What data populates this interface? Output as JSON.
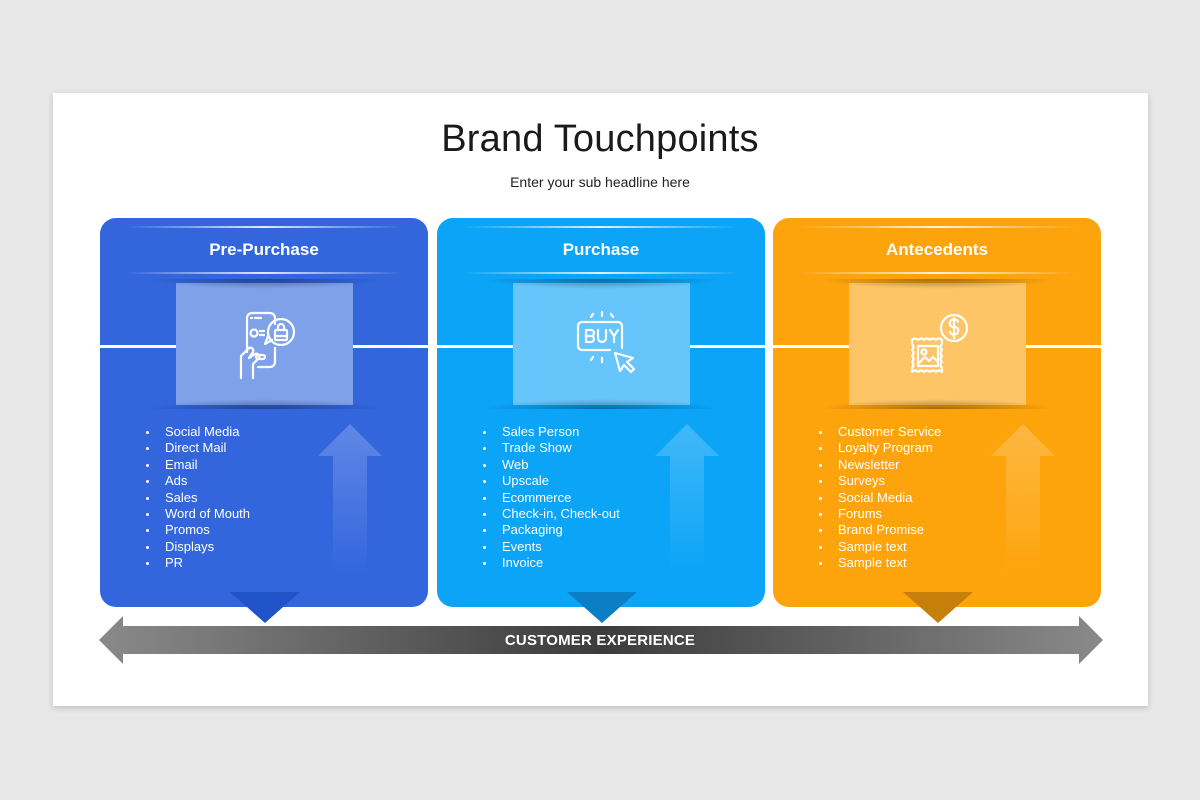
{
  "slide": {
    "title": "Brand Touchpoints",
    "subtitle": "Enter your sub headline here"
  },
  "stages": [
    {
      "heading": "Pre-Purchase",
      "icon": "phone-shopping-bag-icon",
      "color": "#3366dd",
      "items": [
        "Social Media",
        "Direct Mail",
        "Email",
        "Ads",
        "Sales",
        "Word of Mouth",
        "Promos",
        "Displays",
        "PR"
      ]
    },
    {
      "heading": "Purchase",
      "icon": "buy-button-cursor-icon",
      "color": "#0ba4f7",
      "items": [
        "Sales Person",
        "Trade Show",
        "Web",
        "Upscale",
        "Ecommerce",
        "Check-in, Check-out",
        "Packaging",
        "Events",
        "Invoice"
      ]
    },
    {
      "heading": "Antecedents",
      "icon": "stamp-dollar-icon",
      "color": "#fda40c",
      "items": [
        "Customer Service",
        "Loyalty Program",
        "Newsletter",
        "Surveys",
        "Social Media",
        "Forums",
        "Brand Promise",
        "Sample text",
        "Sample text"
      ]
    }
  ],
  "timeline": {
    "label": "CUSTOMER EXPERIENCE"
  }
}
